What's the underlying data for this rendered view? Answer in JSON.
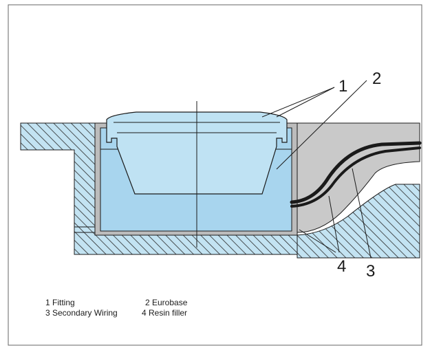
{
  "callouts": {
    "fitting": "1",
    "eurobase": "2",
    "secondary_wiring": "3",
    "resin_filler": "4"
  },
  "legend": {
    "item1": "1 Fitting",
    "item2": "2 Eurobase",
    "item3": "3 Secondary Wiring",
    "item4": "4 Resin filler"
  },
  "colors": {
    "water": "#c3e3f2",
    "fitting": "#bfe2f3",
    "eurobase": "#a8d5ee",
    "resin": "#c9c9c9",
    "line": "#1a1a1a"
  }
}
